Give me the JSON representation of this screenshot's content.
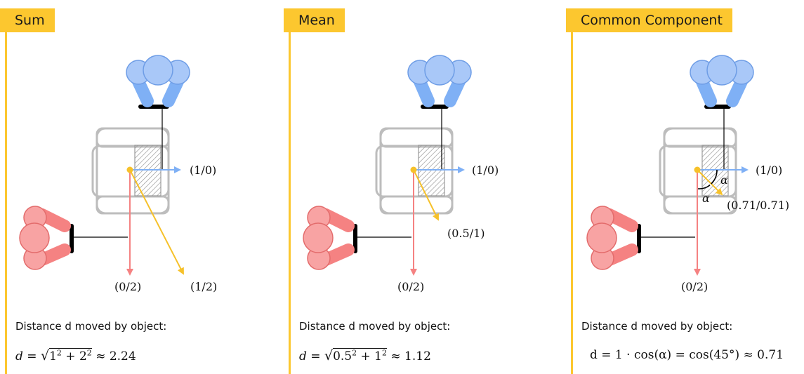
{
  "panels": [
    {
      "title": "Sum",
      "labels": {
        "blue": "(1/0)",
        "red": "(0/2)",
        "yellow": "(1/2)"
      },
      "description": "Distance d moved by object:",
      "formula": {
        "lhs": "d =",
        "radicand_a": "1",
        "radicand_b": "2",
        "exp": "2",
        "rhs": "≈ 2.24"
      }
    },
    {
      "title": "Mean",
      "labels": {
        "blue": "(1/0)",
        "red": "(0/2)",
        "yellow": "(0.5/1)"
      },
      "description": "Distance d moved by object:",
      "formula": {
        "lhs": "d =",
        "radicand_a": "0.5",
        "radicand_b": "1",
        "exp": "2",
        "rhs": "≈ 1.12"
      }
    },
    {
      "title": "Common Component",
      "labels": {
        "blue": "(1/0)",
        "red": "(0/2)",
        "yellow": "(0.71/0.71)",
        "alpha": "α"
      },
      "description": "Distance d moved by object:",
      "formula": {
        "text": "d = 1 · cos(α) = cos(45°) ≈ 0.71"
      }
    }
  ],
  "colors": {
    "accent": "#fcc72f",
    "blue": "#7fb0f5",
    "red": "#f58282",
    "yellow": "#f6c12a",
    "gray": "#bdbdbd"
  }
}
